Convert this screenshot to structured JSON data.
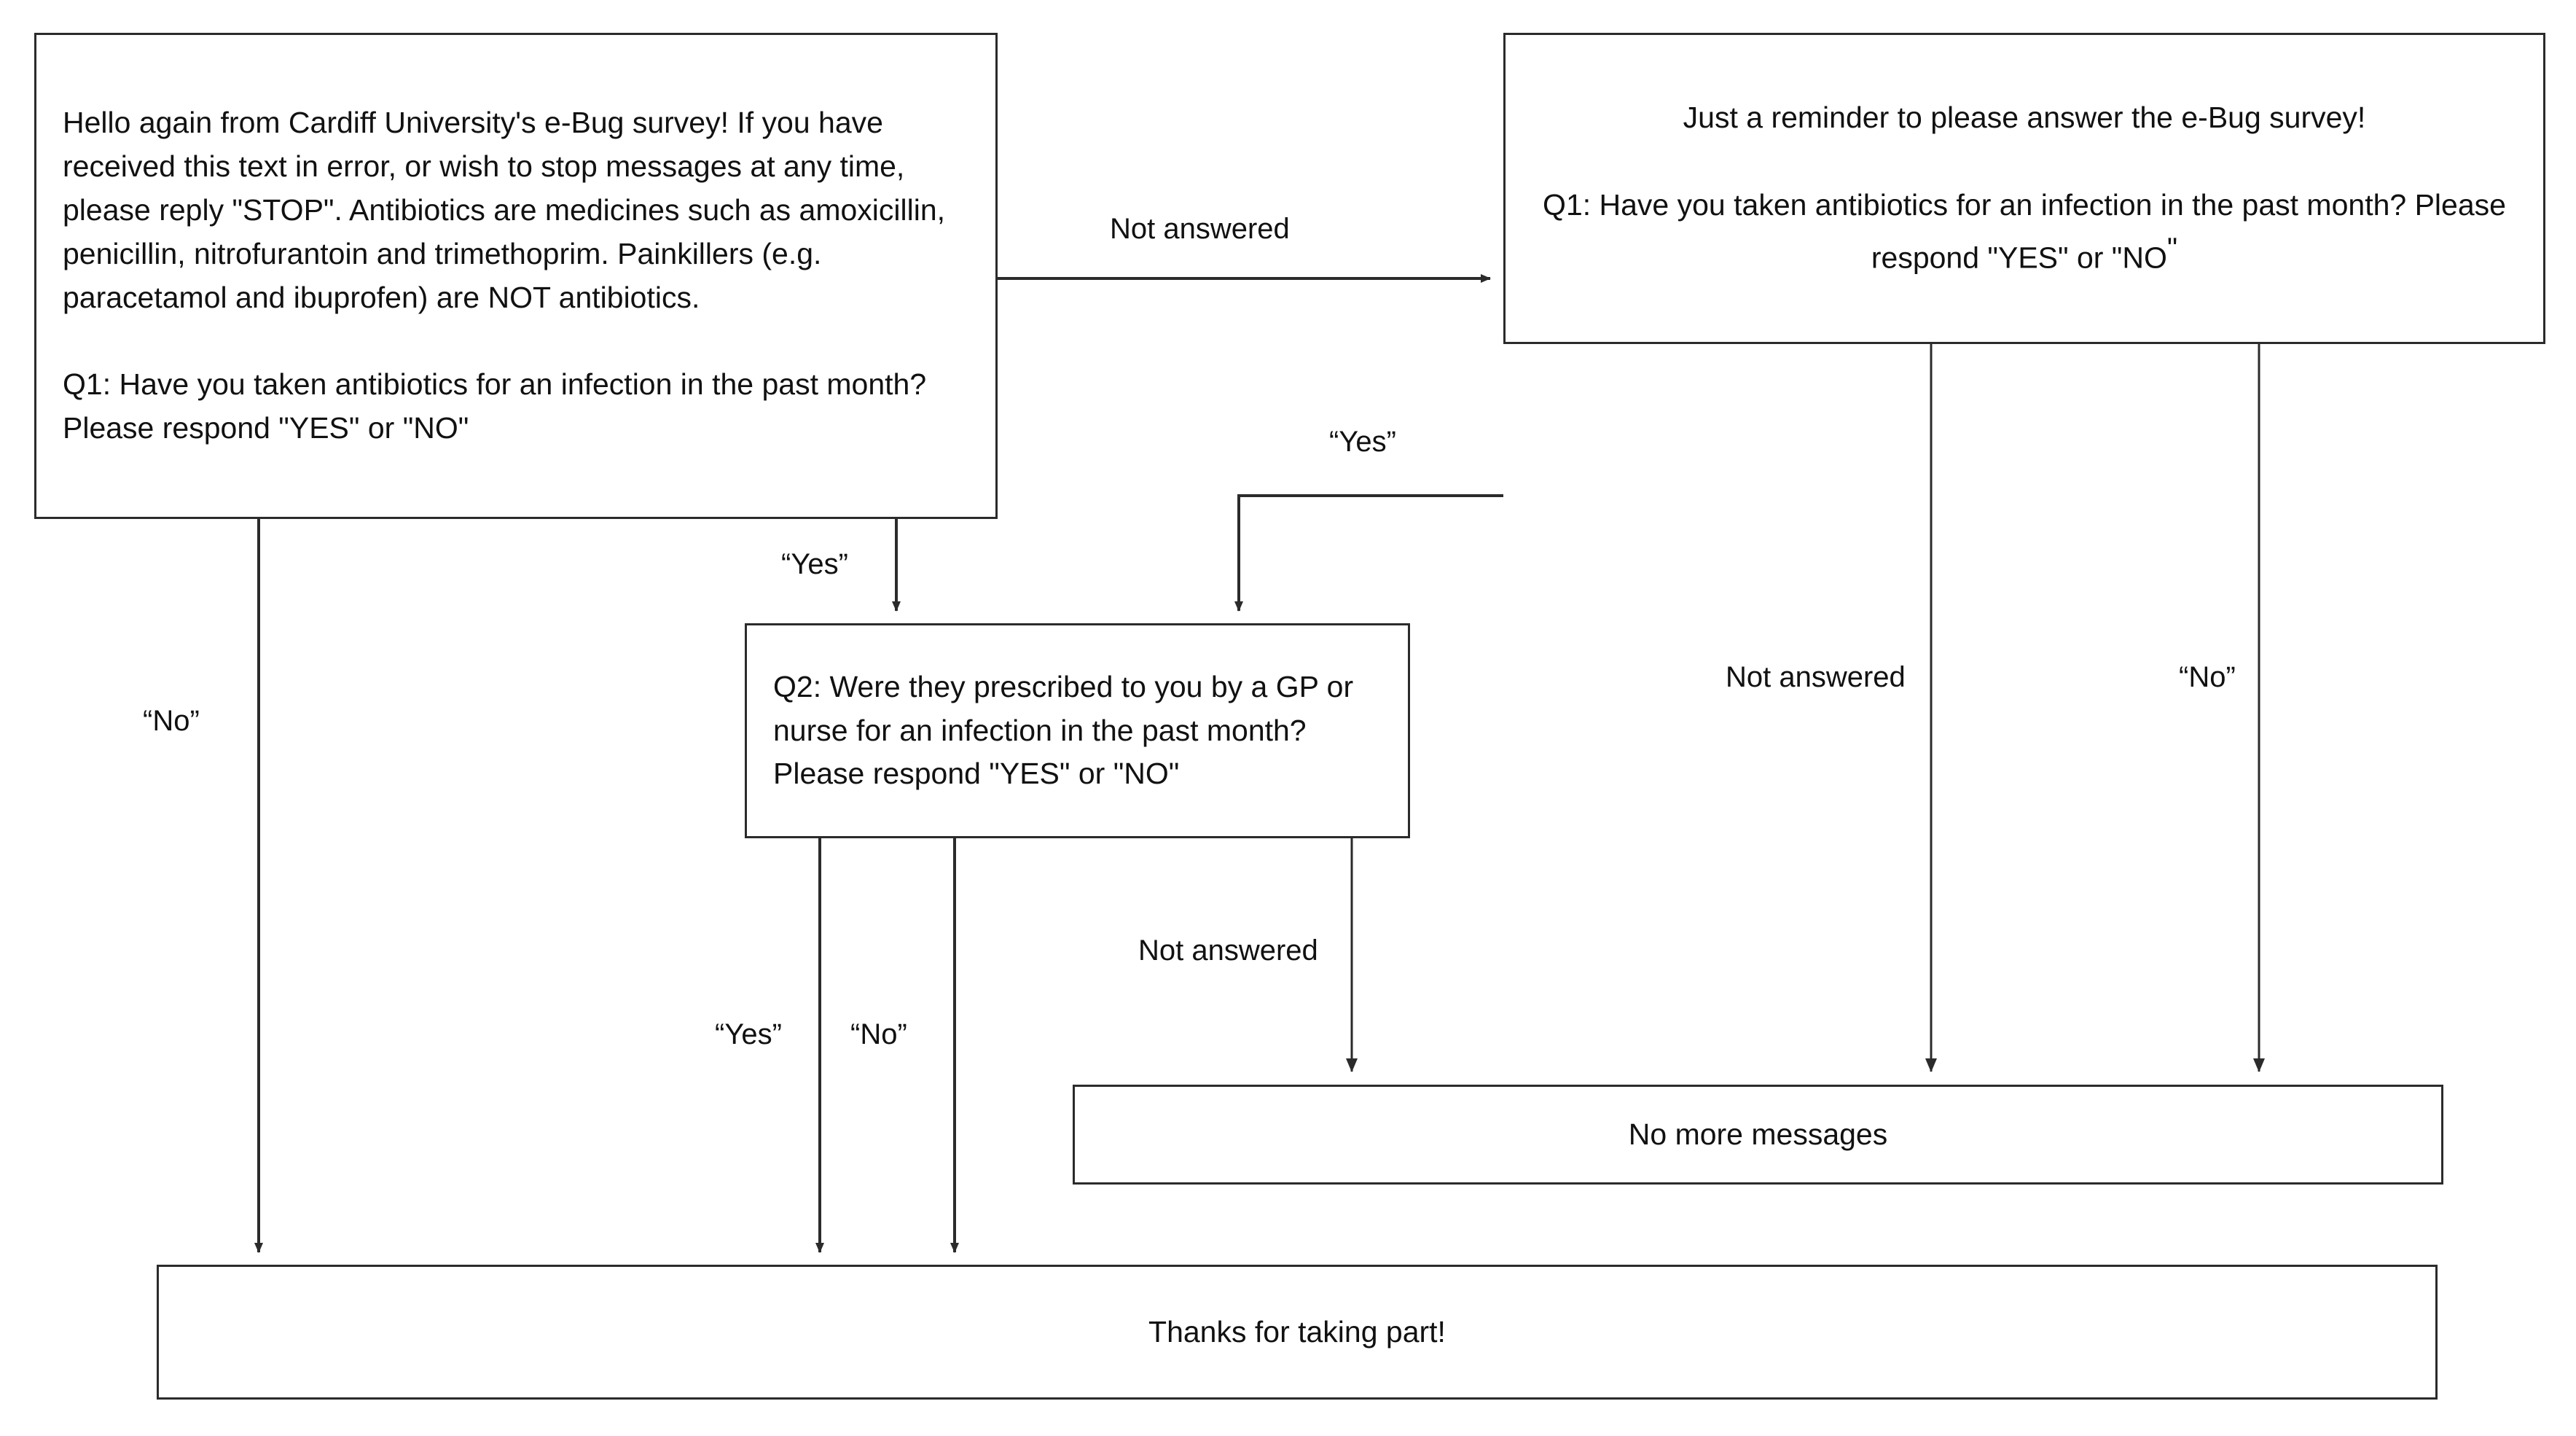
{
  "diagram": {
    "title": "e-Bug survey SMS message flow",
    "type": "flowchart",
    "background_color": "#ffffff",
    "line_color": "#2b2b2b",
    "text_color": "#111111"
  },
  "nodes": {
    "intro": {
      "id": "intro-message",
      "paragraph_1": "Hello again from Cardiff University's e-Bug survey! If you have received this text in error, or wish to stop messages at any time, please reply \"STOP\". Antibiotics are medicines such as amoxicillin, penicillin, nitrofurantoin and trimethoprim. Painkillers (e.g. paracetamol and ibuprofen) are NOT antibiotics.",
      "paragraph_2": "Q1: Have you taken antibiotics for an infection in the past month? Please respond \"YES\" or \"NO\""
    },
    "reminder": {
      "id": "reminder-message",
      "paragraph_1": "Just a reminder to please answer the e-Bug survey!",
      "paragraph_2_before_quote": "Q1: Have you taken antibiotics for an infection in the past month? Please respond \"YES\" or \"NO",
      "paragraph_2_trailing_quote": "\""
    },
    "q2": {
      "id": "q2-message",
      "text": "Q2: Were they prescribed to you by a GP or nurse for an infection in the past month? Please respond \"YES\" or \"NO\""
    },
    "no_more_messages": {
      "id": "no-more-messages",
      "text": "No more messages"
    },
    "thanks": {
      "id": "thanks-message",
      "text": "Thanks for taking part!"
    }
  },
  "edge_labels": {
    "intro_not_answered": "Not answered",
    "intro_yes": "“Yes”",
    "intro_no": "“No”",
    "reminder_yes": "“Yes”",
    "reminder_not_answered": "Not answered",
    "reminder_no": "“No”",
    "q2_yes": "“Yes”",
    "q2_no": "“No”",
    "q2_not_answered": "Not answered"
  },
  "edges": [
    {
      "from": "intro",
      "to": "reminder",
      "label": "Not answered"
    },
    {
      "from": "intro",
      "to": "q2",
      "label": "“Yes”"
    },
    {
      "from": "intro",
      "to": "thanks",
      "label": "“No”"
    },
    {
      "from": "reminder",
      "to": "q2",
      "label": "“Yes”"
    },
    {
      "from": "reminder",
      "to": "no_more_messages",
      "label": "Not answered"
    },
    {
      "from": "reminder",
      "to": "no_more_messages",
      "label": "“No”"
    },
    {
      "from": "q2",
      "to": "thanks",
      "label": "“Yes”"
    },
    {
      "from": "q2",
      "to": "thanks",
      "label": "“No”"
    },
    {
      "from": "q2",
      "to": "no_more_messages",
      "label": "Not answered"
    }
  ]
}
